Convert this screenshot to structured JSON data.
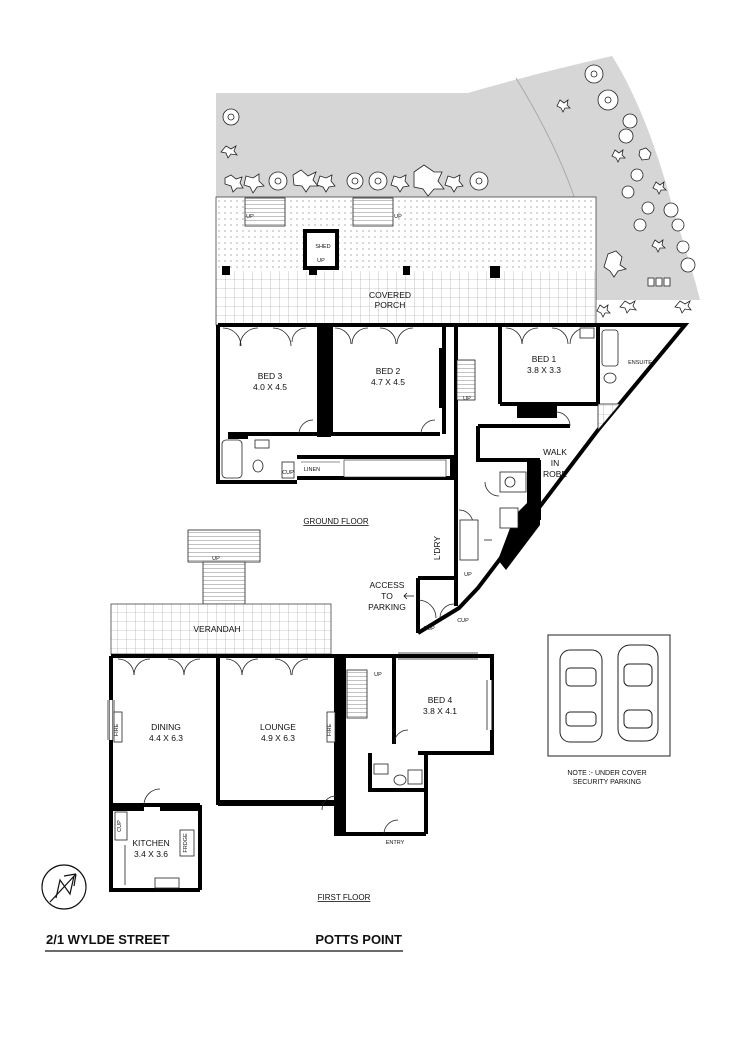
{
  "property": {
    "address": "2/1 WYLDE STREET",
    "suburb": "POTTS POINT"
  },
  "floors": {
    "ground": "GROUND FLOOR",
    "first": "FIRST FLOOR"
  },
  "rooms": {
    "shed": "SHED",
    "covered_porch_1": "COVERED",
    "covered_porch_2": "PORCH",
    "bed3_name": "BED 3",
    "bed3_size": "4.0 X 4.5",
    "bed2_name": "BED 2",
    "bed2_size": "4.7 X 4.5",
    "bed1_name": "BED 1",
    "bed1_size": "3.8 X 3.3",
    "ensuite": "ENSUITE",
    "walk_in_robe_1": "WALK",
    "walk_in_robe_2": "IN",
    "walk_in_robe_3": "ROBE",
    "linen": "LINEN",
    "laundry": "L'DRY",
    "access_1": "ACCESS",
    "access_2": "TO",
    "access_3": "PARKING",
    "verandah": "VERANDAH",
    "dining_name": "DINING",
    "dining_size": "4.4 X 6.3",
    "lounge_name": "LOUNGE",
    "lounge_size": "4.9 X 6.3",
    "bed4_name": "BED 4",
    "bed4_size": "3.8 X 4.1",
    "kitchen_name": "KITCHEN",
    "kitchen_size": "3.4 X 3.6",
    "entry": "ENTRY"
  },
  "fixtures": {
    "up": "UP",
    "cup": "CUP",
    "fire": "FIRE",
    "frdge": "FRDGE"
  },
  "parking": {
    "note_1": "NOTE :- UNDER COVER",
    "note_2": "SECURITY PARKING"
  },
  "colors": {
    "wall": "#000000",
    "garden": "#d6d6d6",
    "paving_line": "#888888"
  }
}
